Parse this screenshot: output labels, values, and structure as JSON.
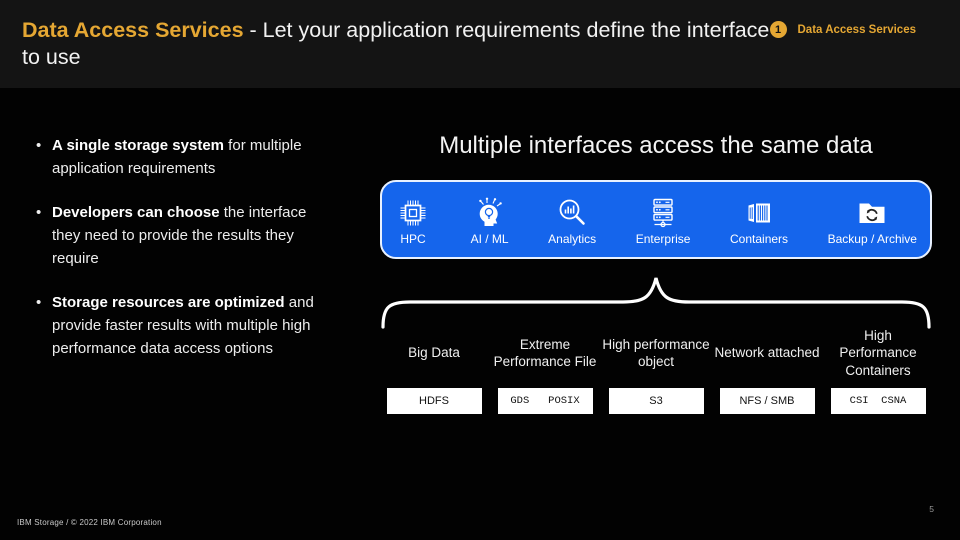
{
  "slide": {
    "title": {
      "highlight": "Data Access Services",
      "rest": " - Let your application requirements define the interface to use"
    },
    "badge": {
      "number": "1",
      "label": "Data Access Services"
    },
    "bullets": [
      {
        "bold": "A single storage system",
        "rest": " for multiple application requirements"
      },
      {
        "bold": "Developers can choose",
        "rest": " the interface they need to provide the results they require"
      },
      {
        "bold": "Storage resources are optimized",
        "rest": " and provide faster results with multiple high performance data access options"
      }
    ],
    "diagram": {
      "heading": "Multiple interfaces access the same data",
      "interfaces": [
        {
          "label": "HPC",
          "icon": "cpu-chip-icon"
        },
        {
          "label": "AI / ML",
          "icon": "ai-head-icon"
        },
        {
          "label": "Analytics",
          "icon": "analytics-magnifier-icon"
        },
        {
          "label": "Enterprise",
          "icon": "server-stack-icon"
        },
        {
          "label": "Containers",
          "icon": "shipping-container-icon"
        },
        {
          "label": "Backup / Archive",
          "icon": "backup-folder-icon"
        }
      ],
      "categories": [
        {
          "label": "Big Data",
          "protocols": "HDFS"
        },
        {
          "label": "Extreme Performance File",
          "protocols": "GDS   POSIX"
        },
        {
          "label": "High performance object",
          "protocols": "S3"
        },
        {
          "label": "Network attached",
          "protocols": "NFS / SMB"
        },
        {
          "label": "High Performance Containers",
          "protocols": "CSI  CSNA"
        }
      ]
    },
    "footer": {
      "left": "IBM Storage / © 2022 IBM Corporation",
      "page": "5"
    },
    "colors": {
      "accent_gold": "#e5a733",
      "bar_blue": "#1565ec",
      "bar_border": "#e8f1ff",
      "background": "#020202"
    }
  }
}
